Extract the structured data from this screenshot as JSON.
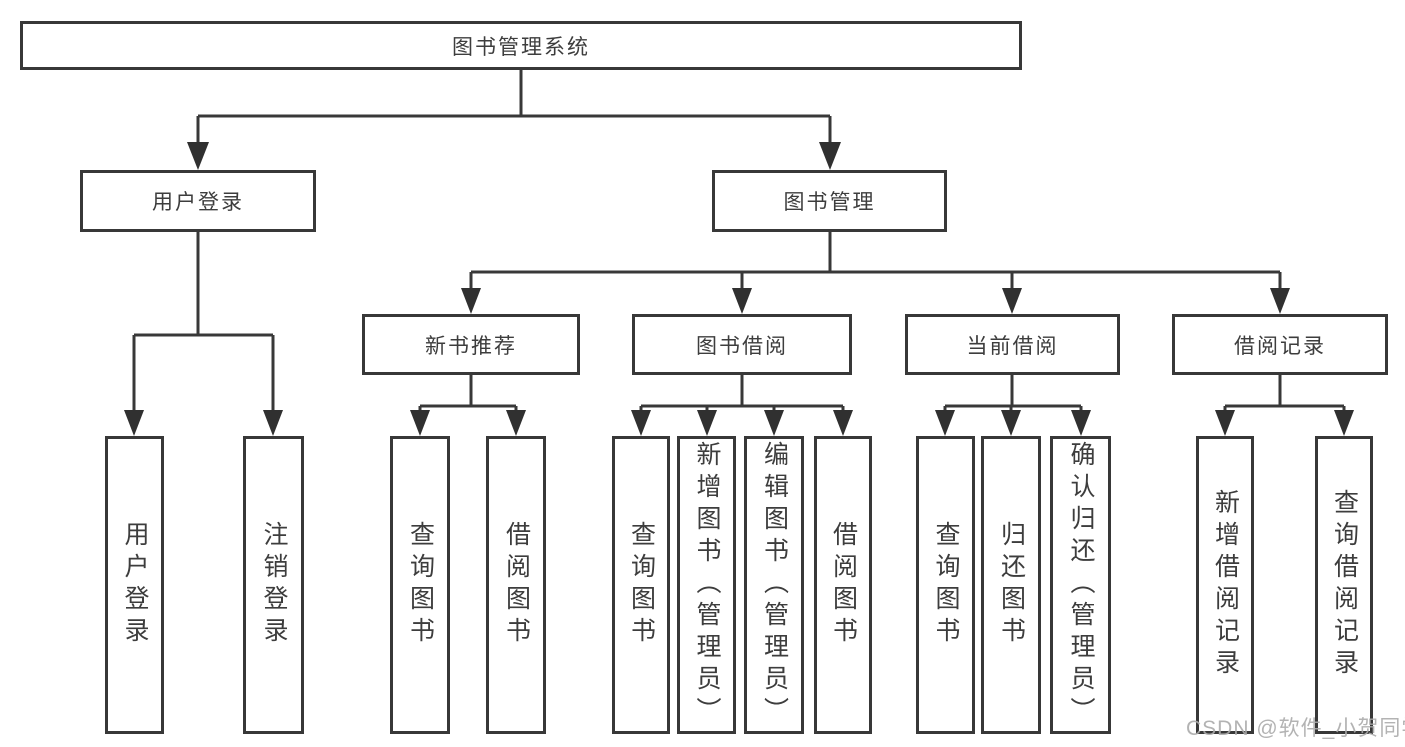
{
  "diagram": {
    "type": "tree",
    "watermark": "CSDN @软件_小贺同学",
    "colors": {
      "line": "#383838",
      "box_border": "#383838",
      "text": "#3d3d3d",
      "background": "#ffffff",
      "watermark": "#ababab"
    },
    "tree": {
      "root": {
        "label": "图书管理系统",
        "children": [
          {
            "label": "用户登录",
            "children": [
              {
                "label": "用户登录"
              },
              {
                "label": "注销登录"
              }
            ]
          },
          {
            "label": "图书管理",
            "children": [
              {
                "label": "新书推荐",
                "children": [
                  {
                    "label": "查询图书"
                  },
                  {
                    "label": "借阅图书"
                  }
                ]
              },
              {
                "label": "图书借阅",
                "children": [
                  {
                    "label": "查询图书"
                  },
                  {
                    "label": "新增图书（管理员）"
                  },
                  {
                    "label": "编辑图书（管理员）"
                  },
                  {
                    "label": "借阅图书"
                  }
                ]
              },
              {
                "label": "当前借阅",
                "children": [
                  {
                    "label": "查询图书"
                  },
                  {
                    "label": "归还图书"
                  },
                  {
                    "label": "确认归还（管理员）"
                  }
                ]
              },
              {
                "label": "借阅记录",
                "children": [
                  {
                    "label": "新增借阅记录"
                  },
                  {
                    "label": "查询借阅记录"
                  }
                ]
              }
            ]
          }
        ]
      }
    }
  }
}
